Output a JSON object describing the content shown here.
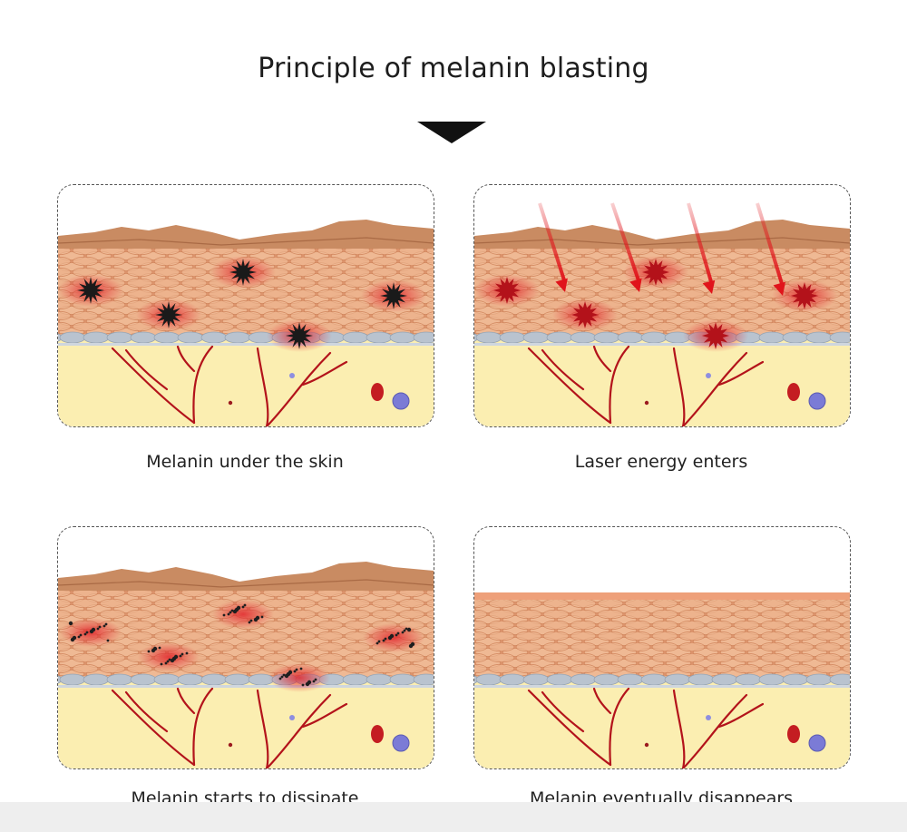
{
  "title": "Principle of melanin blasting",
  "colors": {
    "skin_top": "#c98b62",
    "skin_layer": "#e8a47e",
    "basal": "#b9c3cf",
    "dermis": "#fbeeb1",
    "vessel": "#b3131b",
    "melanin": "#1a1a1a",
    "laser": "#e0141b"
  },
  "panels": [
    {
      "id": "p1",
      "caption": "Melanin under the skin",
      "stage": "melanin",
      "arrow_icon": "none"
    },
    {
      "id": "p2",
      "caption": "Laser energy enters",
      "stage": "laser",
      "arrow_icon": "laser-arrow-icon"
    },
    {
      "id": "p3",
      "caption": "Melanin starts to dissipate",
      "stage": "dissipate",
      "arrow_icon": "none"
    },
    {
      "id": "p4",
      "caption": "Melanin eventually disappears",
      "stage": "clear",
      "arrow_icon": "none"
    }
  ]
}
